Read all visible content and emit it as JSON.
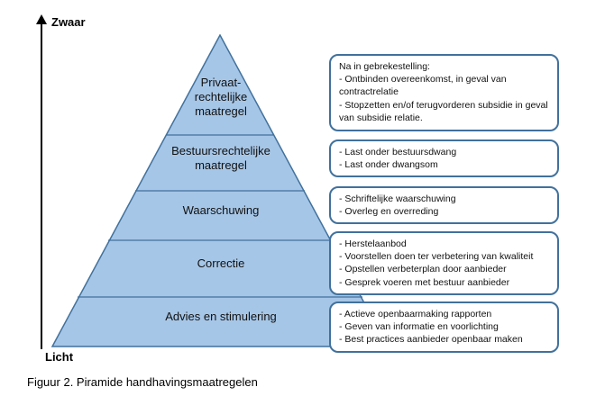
{
  "axis": {
    "top_label": "Zwaar",
    "bottom_label": "Licht"
  },
  "pyramid": {
    "levels": [
      {
        "label": "Privaat-rechtelijke maatregel",
        "note": "Na in gebrekestelling:\n- Ontbinden overeenkomst, in geval van contractrelatie\n- Stopzetten en/of terugvorderen subsidie in geval van subsidie relatie."
      },
      {
        "label": "Bestuursrechtelijke maatregel",
        "note": "- Last onder bestuursdwang\n- Last onder dwangsom"
      },
      {
        "label": "Waarschuwing",
        "note": "- Schriftelijke waarschuwing\n- Overleg en overreding"
      },
      {
        "label": "Correctie",
        "note": "- Herstelaanbod\n- Voorstellen doen ter verbetering van kwaliteit\n- Opstellen verbeterplan door aanbieder\n- Gesprek voeren met bestuur aanbieder"
      },
      {
        "label": "Advies en stimulering",
        "note": "- Actieve openbaarmaking rapporten\n- Geven van informatie en voorlichting\n- Best practices aanbieder openbaar maken"
      }
    ]
  },
  "caption": "Figuur 2. Piramide handhavingsmaatregelen",
  "colors": {
    "pyramid_fill": "#A6C6E7",
    "pyramid_stroke": "#41719C",
    "box_border": "#41719C"
  }
}
